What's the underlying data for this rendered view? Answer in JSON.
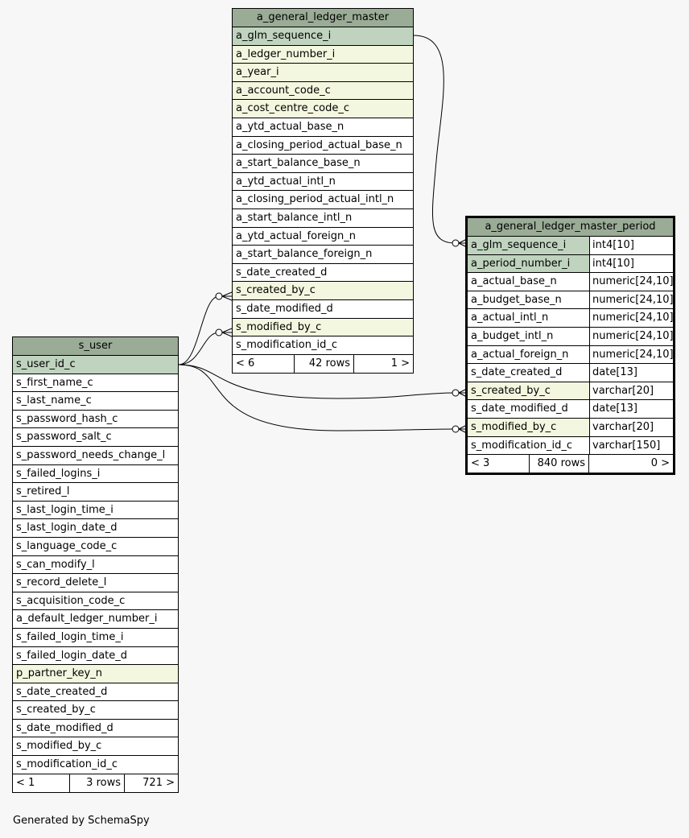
{
  "credit": "Generated by SchemaSpy",
  "tables": {
    "glm": {
      "name": "a_general_ledger_master",
      "columns": [
        {
          "name": "a_glm_sequence_i",
          "key": "pk"
        },
        {
          "name": "a_ledger_number_i",
          "key": "fk"
        },
        {
          "name": "a_year_i",
          "key": "fk"
        },
        {
          "name": "a_account_code_c",
          "key": "fk"
        },
        {
          "name": "a_cost_centre_code_c",
          "key": "fk"
        },
        {
          "name": "a_ytd_actual_base_n",
          "key": ""
        },
        {
          "name": "a_closing_period_actual_base_n",
          "key": ""
        },
        {
          "name": "a_start_balance_base_n",
          "key": ""
        },
        {
          "name": "a_ytd_actual_intl_n",
          "key": ""
        },
        {
          "name": "a_closing_period_actual_intl_n",
          "key": ""
        },
        {
          "name": "a_start_balance_intl_n",
          "key": ""
        },
        {
          "name": "a_ytd_actual_foreign_n",
          "key": ""
        },
        {
          "name": "a_start_balance_foreign_n",
          "key": ""
        },
        {
          "name": "s_date_created_d",
          "key": ""
        },
        {
          "name": "s_created_by_c",
          "key": "fk"
        },
        {
          "name": "s_date_modified_d",
          "key": ""
        },
        {
          "name": "s_modified_by_c",
          "key": "fk"
        },
        {
          "name": "s_modification_id_c",
          "key": ""
        }
      ],
      "footer": {
        "parents": "< 6",
        "rows": "42 rows",
        "children": "1 >"
      }
    },
    "glmp": {
      "name": "a_general_ledger_master_period",
      "columns": [
        {
          "name": "a_glm_sequence_i",
          "type": "int4[10]",
          "key": "pk"
        },
        {
          "name": "a_period_number_i",
          "type": "int4[10]",
          "key": "pk"
        },
        {
          "name": "a_actual_base_n",
          "type": "numeric[24,10]",
          "key": ""
        },
        {
          "name": "a_budget_base_n",
          "type": "numeric[24,10]",
          "key": ""
        },
        {
          "name": "a_actual_intl_n",
          "type": "numeric[24,10]",
          "key": ""
        },
        {
          "name": "a_budget_intl_n",
          "type": "numeric[24,10]",
          "key": ""
        },
        {
          "name": "a_actual_foreign_n",
          "type": "numeric[24,10]",
          "key": ""
        },
        {
          "name": "s_date_created_d",
          "type": "date[13]",
          "key": ""
        },
        {
          "name": "s_created_by_c",
          "type": "varchar[20]",
          "key": "fk"
        },
        {
          "name": "s_date_modified_d",
          "type": "date[13]",
          "key": ""
        },
        {
          "name": "s_modified_by_c",
          "type": "varchar[20]",
          "key": "fk"
        },
        {
          "name": "s_modification_id_c",
          "type": "varchar[150]",
          "key": ""
        }
      ],
      "footer": {
        "parents": "< 3",
        "rows": "840 rows",
        "children": "0 >"
      }
    },
    "user": {
      "name": "s_user",
      "columns": [
        {
          "name": "s_user_id_c",
          "key": "pk"
        },
        {
          "name": "s_first_name_c",
          "key": ""
        },
        {
          "name": "s_last_name_c",
          "key": ""
        },
        {
          "name": "s_password_hash_c",
          "key": ""
        },
        {
          "name": "s_password_salt_c",
          "key": ""
        },
        {
          "name": "s_password_needs_change_l",
          "key": ""
        },
        {
          "name": "s_failed_logins_i",
          "key": ""
        },
        {
          "name": "s_retired_l",
          "key": ""
        },
        {
          "name": "s_last_login_time_i",
          "key": ""
        },
        {
          "name": "s_last_login_date_d",
          "key": ""
        },
        {
          "name": "s_language_code_c",
          "key": ""
        },
        {
          "name": "s_can_modify_l",
          "key": ""
        },
        {
          "name": "s_record_delete_l",
          "key": ""
        },
        {
          "name": "s_acquisition_code_c",
          "key": ""
        },
        {
          "name": "a_default_ledger_number_i",
          "key": ""
        },
        {
          "name": "s_failed_login_time_i",
          "key": ""
        },
        {
          "name": "s_failed_login_date_d",
          "key": ""
        },
        {
          "name": "p_partner_key_n",
          "key": "fk"
        },
        {
          "name": "s_date_created_d",
          "key": ""
        },
        {
          "name": "s_created_by_c",
          "key": ""
        },
        {
          "name": "s_date_modified_d",
          "key": ""
        },
        {
          "name": "s_modified_by_c",
          "key": ""
        },
        {
          "name": "s_modification_id_c",
          "key": ""
        }
      ],
      "footer": {
        "parents": "< 1",
        "rows": "3 rows",
        "children": "721 >"
      }
    }
  }
}
